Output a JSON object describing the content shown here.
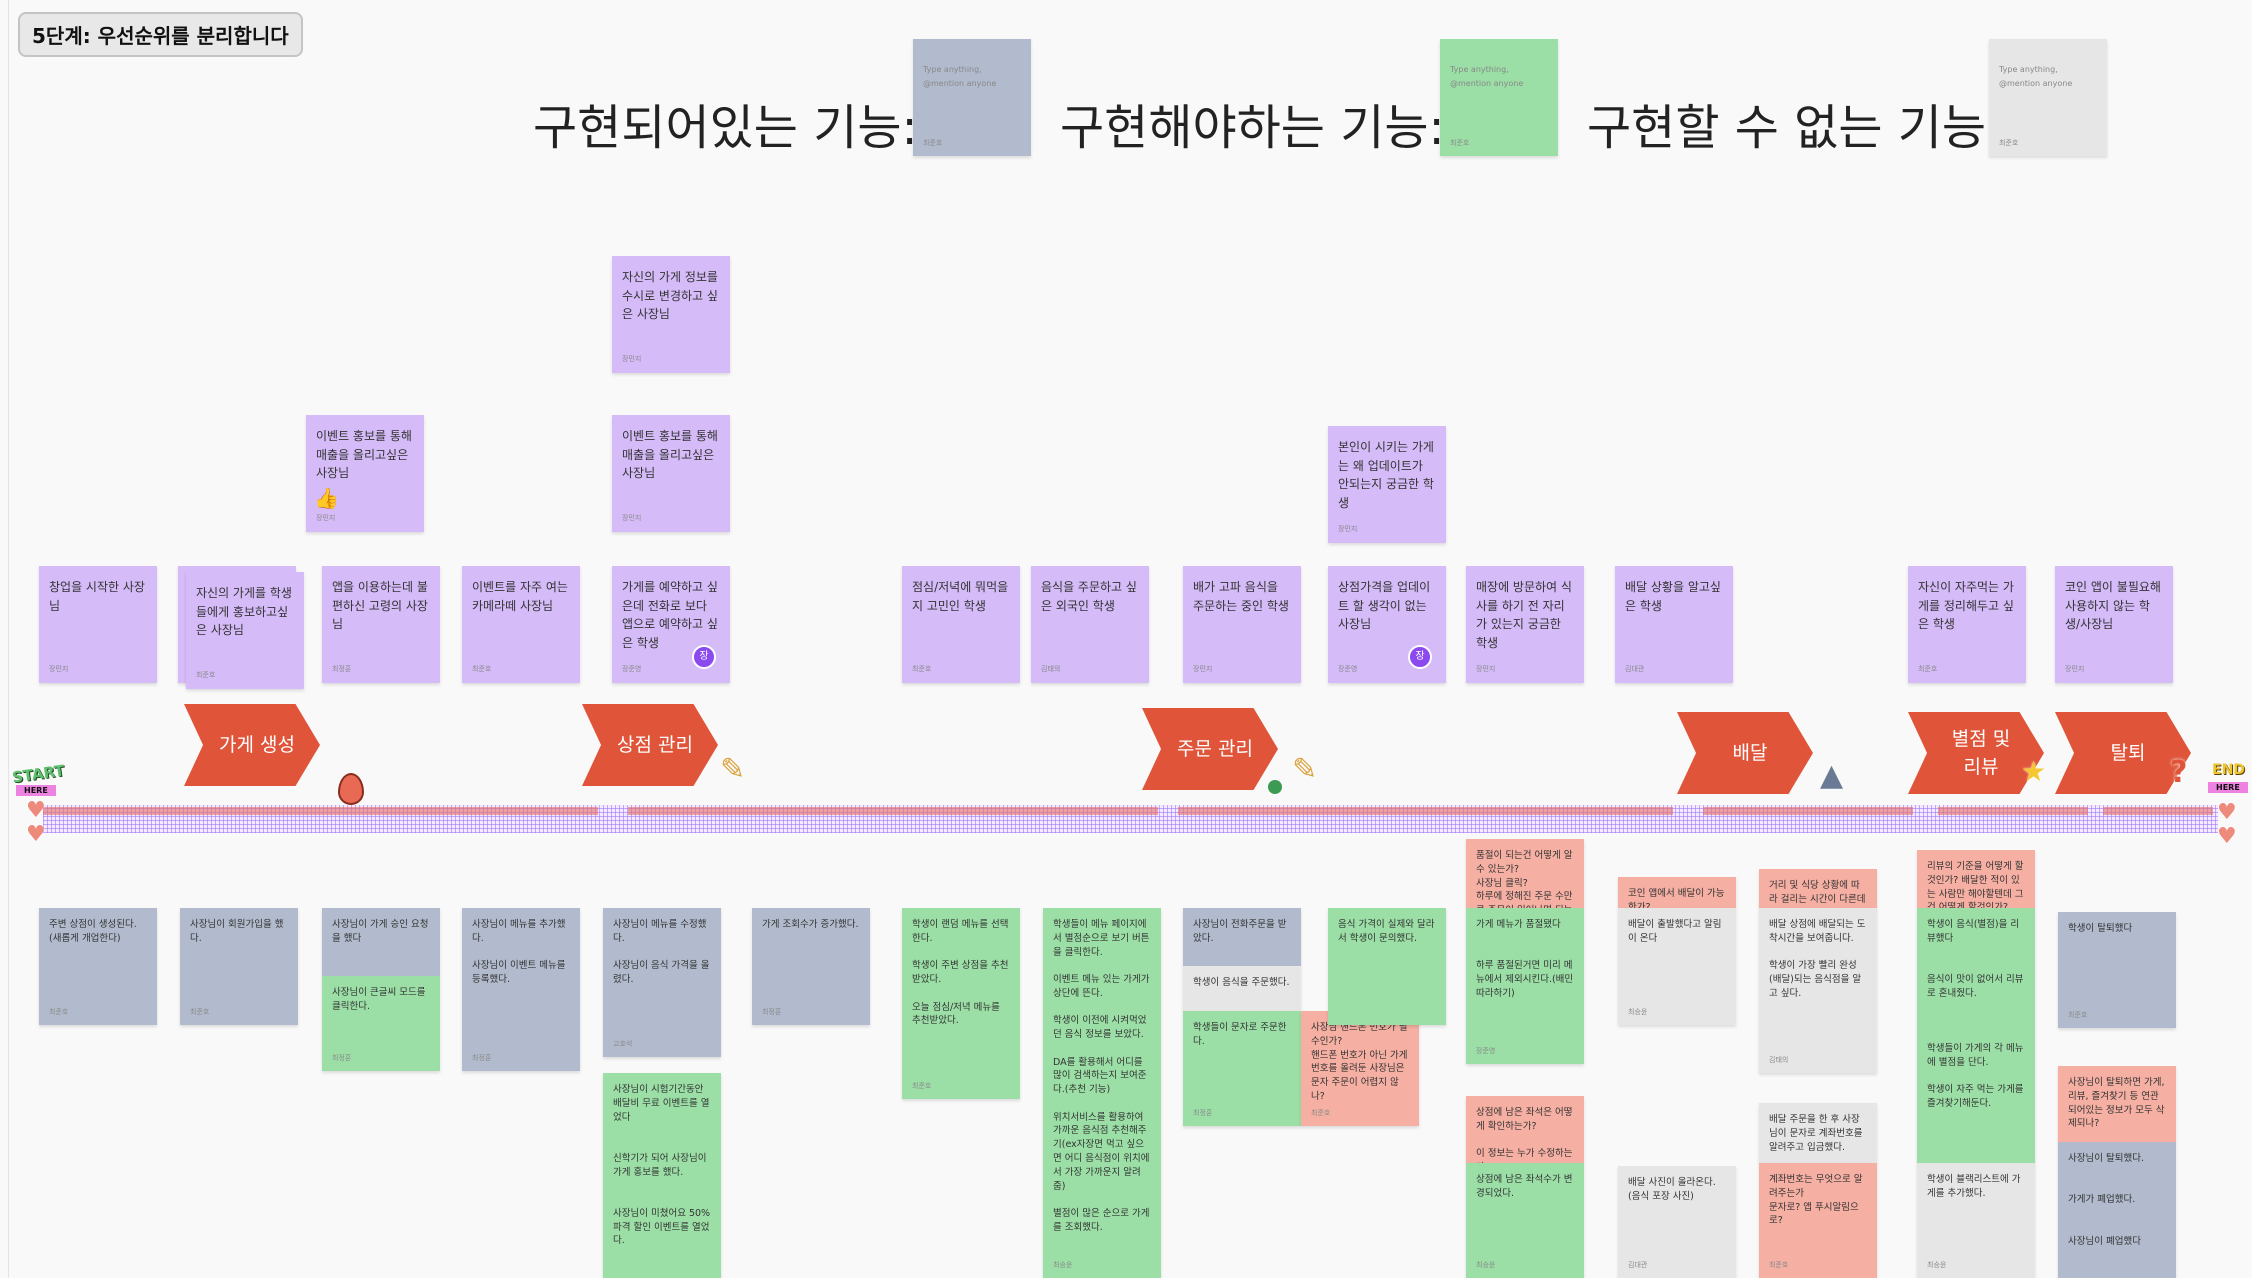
{
  "board": {
    "title": "5단계: 우선순위를 분리합니다",
    "legend": [
      {
        "label": "구현되어있는 기능:",
        "color": "gray",
        "placeholder": "Type anything, @mention anyone",
        "author": "최준호"
      },
      {
        "label": "구현해야하는 기능:",
        "color": "green",
        "placeholder": "Type anything, @mention anyone",
        "author": "최준호"
      },
      {
        "label": "구현할 수 없는 기능:",
        "color": "light",
        "placeholder": "Type anything, @mention anyone",
        "author": "최준호"
      }
    ]
  },
  "colors": {
    "purple": "#d5bbf8",
    "gray": "#b2bbcd",
    "green": "#9bdfa6",
    "light": "#e6e6e6",
    "pink": "#f5afa3",
    "stage": "#e0553a"
  },
  "stages": [
    "가게 생성",
    "상점 관리",
    "주문 관리",
    "배달",
    "별점 및\n리뷰",
    "탈퇴"
  ],
  "stickers": {
    "start": "START",
    "start_sub": "HERE",
    "end": "END",
    "end_sub": "HERE",
    "avatar_initial": "장"
  },
  "personas": [
    {
      "text": "창업을 시작한 사장님",
      "author": "장민지"
    },
    {
      "text": "자신의 가게를 학생들에게 홍보하고싶은 사장님",
      "author": "최준호"
    },
    {
      "text": "앱을 이용하는데 불편하신 고령의 사장님",
      "author": "최정훈"
    },
    {
      "text": "이벤트를 자주 여는 카메라떼 사장님",
      "author": "최준호"
    },
    {
      "text": "가게를 예약하고 싶은데 전화로 보다 앱으로 예약하고 싶은 학생",
      "author": "장준영",
      "avatar": true
    },
    {
      "text": "점심/저녁에 뭐먹을지 고민인 학생",
      "author": "최준호"
    },
    {
      "text": "음식을 주문하고 싶은 외국인 학생",
      "author": "김태의"
    },
    {
      "text": "배가 고파 음식을 주문하는 중인 학생",
      "author": "장민지"
    },
    {
      "text": "상점가격을 업데이트 할 생각이 없는 사장님",
      "author": "장준영",
      "avatar": true
    },
    {
      "text": "매장에 방문하여 식사를 하기 전 자리가 있는지 궁금한 학생",
      "author": "장민지"
    },
    {
      "text": "배달 상황을 알고싶은 학생",
      "author": "김대관"
    },
    {
      "text": "자신이 자주먹는 가게를 정리해두고 싶은 학생",
      "author": "최준호"
    },
    {
      "text": "코인 앱이 불필요해 사용하지 않는 학생/사장님",
      "author": "장민지"
    },
    {
      "text": "이벤트 홍보를 통해 매출을 올리고싶은 사장님",
      "author": "장민지",
      "thumb": true
    },
    {
      "text": "이벤트 홍보를 통해 매출을 올리고싶은 사장님",
      "author": "장민지"
    },
    {
      "text": "본인이 시키는 가게는 왜 업데이트가 안되는지 궁금한 학생",
      "author": "장민지"
    },
    {
      "text": "자신의 가게 정보를 수시로 변경하고 싶은 사장님",
      "author": "장민지"
    }
  ],
  "events": [
    {
      "color": "gray",
      "text": "주변 상점이 생성된다. (새롭게 개업한다)",
      "author": "최준호"
    },
    {
      "color": "gray",
      "text": "사장님이 회원가입을 했다.",
      "author": "최준호"
    },
    {
      "color": "gray",
      "text": "사장님이 가게 승인 요청을 했다",
      "author": ""
    },
    {
      "color": "green",
      "text": "사장님이 큰글씨 모드를 클릭한다.",
      "author": "최정훈"
    },
    {
      "color": "gray",
      "text": "사장님이 메뉴를 추가했다.\n\n사장님이 이벤트 메뉴를 등록했다.",
      "author": "최정훈"
    },
    {
      "color": "gray",
      "text": "사장님이 메뉴를 수정했다.\n\n사장님이 음식 가격을 올렸다.",
      "author": "고호석"
    },
    {
      "color": "green",
      "text": "사장님이 시험기간동안 배달비 무료 이벤트를 열었다\n\n\n신학기가 되어 사장님이 가게 홍보를 했다.\n\n\n사장님이 미쳤어요 50% 파격 할인 이벤트를 열었다.",
      "author": ""
    },
    {
      "color": "gray",
      "text": "가게 조회수가 증가했다.",
      "author": "최정훈"
    },
    {
      "color": "green",
      "text": "학생이 랜덤 메뉴를 선택한다.\n\n학생이 주변 상점을 추천 받았다.\n\n오늘 점심/저녁 메뉴를 추천받았다.",
      "author": "최준호"
    },
    {
      "color": "green",
      "text": "학생들이 메뉴 페이지에서 별점순으로 보기 버튼을 클릭한다.\n\n이벤트 메뉴 있는 가게가 상단에 뜬다.\n\n학생이 이전에 시켜먹었던 음식 정보를 보았다.\n\nDA를 활용해서 어디를 많이 검색하는지 보여준다.(추천 기능)\n\n위치서비스를 활용하여 가까운 음식점 추천해주기(ex자장면 먹고 싶으면 어디 음식점이 위치에서 가장 가까운지 알려줌)\n\n별점이 많은 순으로 가게를 조회했다.",
      "author": "최승윤"
    },
    {
      "color": "gray",
      "text": "사장님이 전화주문을 받았다.",
      "author": ""
    },
    {
      "color": "light",
      "text": "학생이 음식을 주문했다.",
      "author": ""
    },
    {
      "color": "green",
      "text": "학생들이 문자로 주문한다.",
      "author": "최정훈"
    },
    {
      "color": "pink",
      "text": "사장님 핸드폰 번호가 필수인가?\n핸드폰 번호가 아닌 가게번호를 올려둔 사장님은 문자 주문이 어렵지 않나?",
      "author": "최준호"
    },
    {
      "color": "green",
      "text": "음식 가격이 실제와 달라서 학생이 문의했다.",
      "author": ""
    },
    {
      "color": "pink",
      "text": "품절이 되는건 어떻게 알 수 있는가?\n사장님 클릭?\n하루에 정해진 주문 수만큼 주문이 일어나면 되는건가?",
      "author": ""
    },
    {
      "color": "green",
      "text": "가게 메뉴가 품절됐다\n\n\n하루 품절된거면 미리 메뉴에서 제외시킨다.(배민 따라하기)",
      "author": "장준영"
    },
    {
      "color": "pink",
      "text": "상점에 남은 좌석은 어떻게 확인하는가?\n\n이 정보는 누가 수정하는가?",
      "author": ""
    },
    {
      "color": "green",
      "text": "상점에 남은 좌석수가 변경되었다.",
      "author": "최승윤"
    },
    {
      "color": "pink",
      "text": "코인 앱에서 배달이 가능한가?",
      "author": ""
    },
    {
      "color": "light",
      "text": "배달이 출발했다고 알림이 온다",
      "author": "최승윤"
    },
    {
      "color": "light",
      "text": "배달 사진이 올라온다. (음식 포장 사진)",
      "author": "김대관"
    },
    {
      "color": "pink",
      "text": "거리 및 식당 상황에 따라 걸리는 시간이 다른데 그 기준은?",
      "author": ""
    },
    {
      "color": "light",
      "text": "배달 상점에 배달되는 도착시간을 보여줍니다.\n\n학생이 가장 빨리 완성(배달)되는 음식점을 알고 싶다.",
      "author": "김태의"
    },
    {
      "color": "light",
      "text": "배달 주문을 한 후 사장님이 문자로 계좌번호를 알려주고 입금했다.",
      "author": ""
    },
    {
      "color": "pink",
      "text": "계좌번호는 무엇으로 알려주는가\n문자로? 앱 푸시알림으로?",
      "author": "최준호"
    },
    {
      "color": "pink",
      "text": "리뷰의 기준을 어떻게 할것인가? 배달한 적이 있는 사람만 해야할텐데 그건 어떻게 할것인가?",
      "author": ""
    },
    {
      "color": "green",
      "text": "학생이 음식(별점)을 리뷰했다\n\n\n음식이 맛이 없어서 리뷰로 혼내줬다.\n\n\n\n학생들이 가게의 각 메뉴에 별점을 단다.\n\n학생이 자주 먹는 가게를 즐겨찾기해둔다.",
      "author": ""
    },
    {
      "color": "light",
      "text": "학생이 블랙리스트에 가게를 추가했다.",
      "author": "최승윤"
    },
    {
      "color": "gray",
      "text": "학생이 탈퇴했다",
      "author": "최준호"
    },
    {
      "color": "pink",
      "text": "사장님이 탈퇴하면 가게, 리뷰, 즐겨찾기 등 연관되어있는 정보가 모두 삭제되나?\n\n폐업으로 남아있나?",
      "author": ""
    },
    {
      "color": "gray",
      "text": "사장님이 탈퇴했다.\n\n\n가게가 폐업했다.\n\n\n사장님이 폐업했다",
      "author": ""
    }
  ]
}
